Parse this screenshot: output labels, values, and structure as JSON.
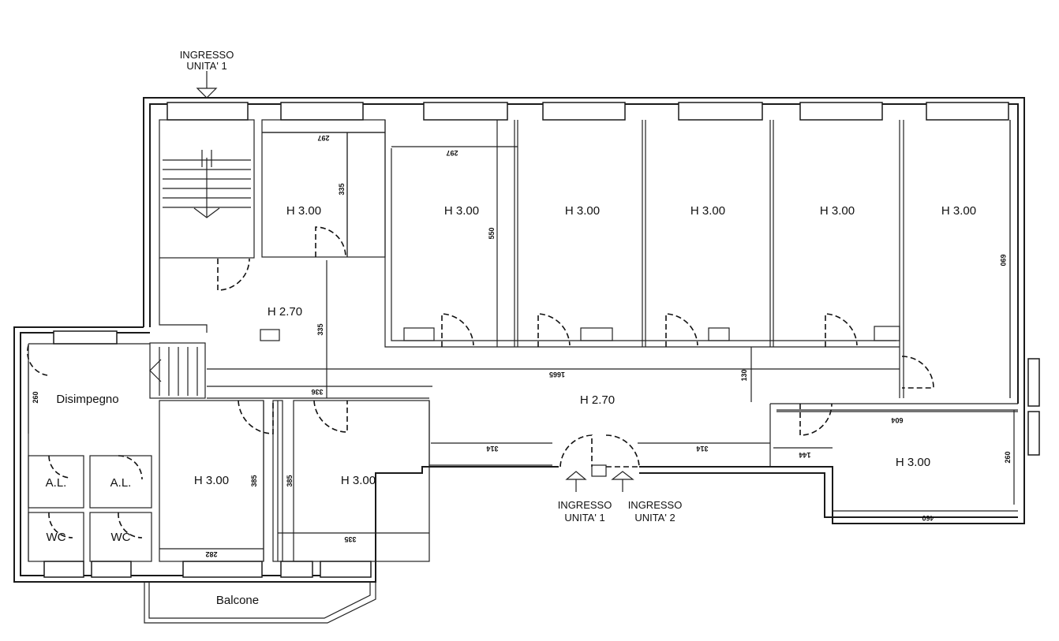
{
  "plan": {
    "entrance_top": {
      "line1": "INGRESSO",
      "line2": "UNITA' 1"
    },
    "entrance_unit1": {
      "line1": "INGRESSO",
      "line2": "UNITA' 1"
    },
    "entrance_unit2": {
      "line1": "INGRESSO",
      "line2": "UNITA' 2"
    },
    "rooms": {
      "office_1": "H 3.00",
      "office_2": "H 3.00",
      "office_3": "H 3.00",
      "office_4": "H 3.00",
      "office_5": "H 3.00",
      "office_6": "H 3.00",
      "hall": "H 2.70",
      "corridor": "H 2.70",
      "room_lower_left": "H 3.00",
      "room_lower_mid": "H 3.00",
      "room_right": "H 3.00",
      "disimpegno": "Disimpegno",
      "al_1": "A.L.",
      "al_2": "A.L.",
      "wc_1": "WC",
      "wc_2": "WC",
      "balcone": "Balcone"
    },
    "dimensions": {
      "d297a": "297",
      "d297b": "297",
      "d335a": "335",
      "d550": "550",
      "d690": "690",
      "d335b": "335",
      "d1665": "1665",
      "d130": "130",
      "d336": "336",
      "d604": "604",
      "d260a": "260",
      "d314a": "314",
      "d314b": "314",
      "d144": "144",
      "d260b": "260",
      "d385a": "385",
      "d385b": "385",
      "d460": "460",
      "d282": "282",
      "d335c": "335"
    }
  }
}
